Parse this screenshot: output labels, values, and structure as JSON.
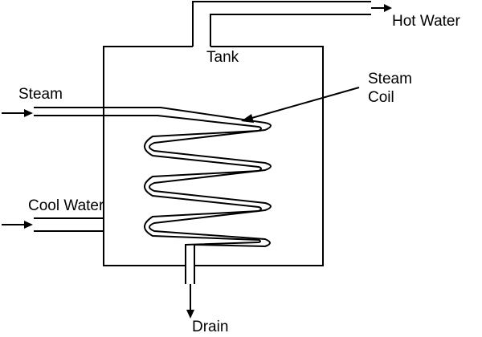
{
  "labels": {
    "hot_water": "Hot Water",
    "tank": "Tank",
    "steam": "Steam",
    "steam_coil_line1": "Steam",
    "steam_coil_line2": "Coil",
    "cool_water": "Cool Water",
    "drain": "Drain"
  },
  "colors": {
    "line": "#000000",
    "background": "#ffffff"
  }
}
